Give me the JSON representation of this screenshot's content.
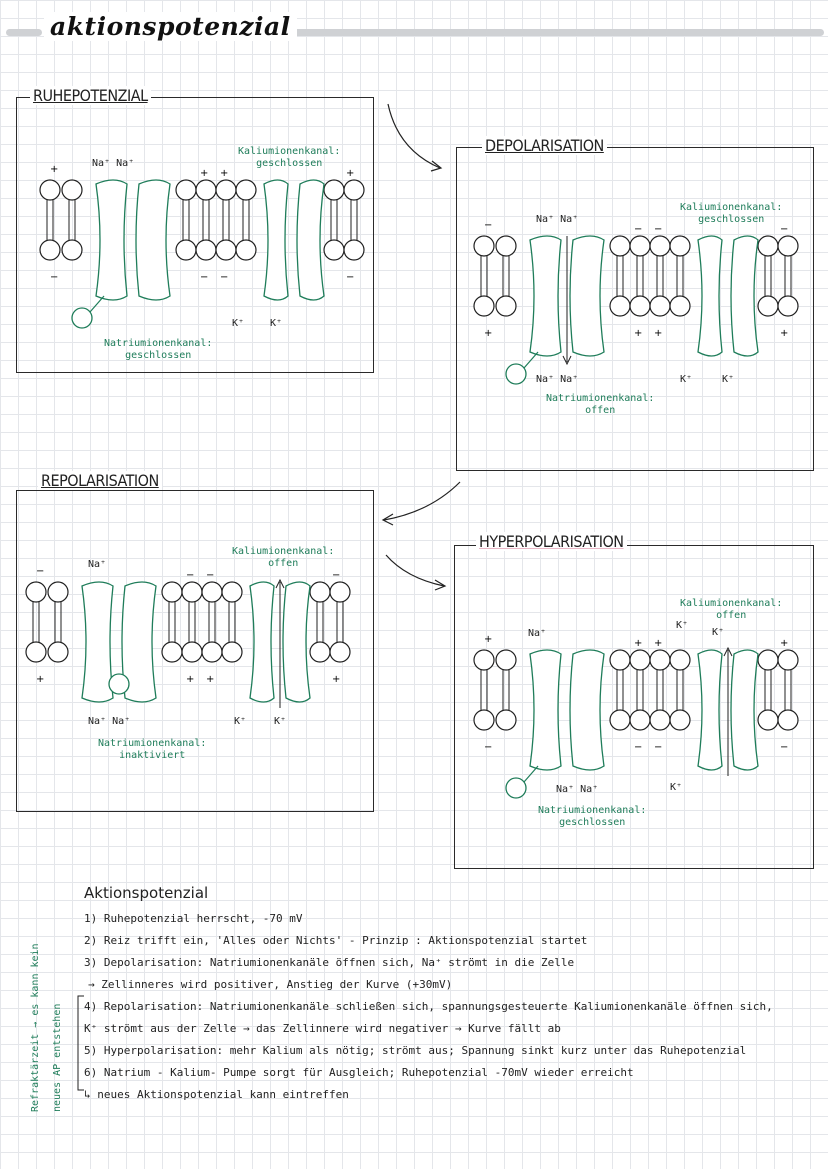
{
  "title": "aktionspotenzial",
  "panels": {
    "ruhe": {
      "title": "RUHEPOTENZIAL",
      "na_top": "Na⁺ Na⁺",
      "k_bottom_1": "K⁺",
      "k_bottom_2": "K⁺",
      "kanal_k": [
        "Kaliumionenkanal:",
        "geschlossen"
      ],
      "kanal_na": [
        "Natriumionenkanal:",
        "geschlossen"
      ]
    },
    "depol": {
      "title": "DEPOLARISATION",
      "na_top": "Na⁺ Na⁺",
      "na_bottom": "Na⁺ Na⁺",
      "k_bottom_1": "K⁺",
      "k_bottom_2": "K⁺",
      "kanal_k": [
        "Kaliumionenkanal:",
        "geschlossen"
      ],
      "kanal_na": [
        "Natriumionenkanal:",
        "offen"
      ]
    },
    "repol": {
      "title": "REPOLARISATION",
      "na_top": "Na⁺",
      "na_bottom": "Na⁺ Na⁺",
      "k_bottom_1": "K⁺",
      "k_bottom_2": "K⁺",
      "kanal_k": [
        "Kaliumionenkanal:",
        "offen"
      ],
      "kanal_na": [
        "Natriumionenkanal:",
        "inaktiviert"
      ]
    },
    "hyper": {
      "title": "HYPERPOLARISATION",
      "na_top": "Na⁺",
      "k_top_1": "K⁺",
      "k_top_2": "K⁺",
      "na_bottom": "Na⁺ Na⁺",
      "k_bottom": "K⁺",
      "kanal_k": [
        "Kaliumionenkanal:",
        "offen"
      ],
      "kanal_na": [
        "Natriumionenkanal:",
        "geschlossen"
      ]
    }
  },
  "notes": {
    "heading": "Aktionspotenzial",
    "lines": [
      "1) Ruhepotenzial herrscht, -70 mV",
      "2) Reiz trifft ein, 'Alles oder Nichts' - Prinzip : Aktionspotenzial startet",
      "3) Depolarisation: Natriumionenkanäle öffnen sich, Na⁺ strömt in die Zelle",
      "→  Zellinneres wird positiver, Anstieg der Kurve (+30mV)",
      "4) Repolarisation: Natriumionenkanäle schließen sich, spannungsgesteuerte Kaliumionenkanäle öffnen sich,",
      "K⁺ strömt aus der Zelle → das Zellinnere wird negativer → Kurve fällt ab",
      "5) Hyperpolarisation: mehr Kalium als nötig; strömt aus; Spannung sinkt kurz unter das Ruhepotenzial",
      "6) Natrium - Kalium- Pumpe sorgt für Ausgleich; Ruhepotenzial -70mV wieder erreicht",
      "↳ neues Aktionspotenzial kann eintreffen"
    ],
    "side_1": "Refraktärzeit → es kann kein",
    "side_2": "neues AP entstehen"
  },
  "colors": {
    "green": "#1f7d5a",
    "pink": "#e9b6c6",
    "grid": "#e4e6ea"
  }
}
